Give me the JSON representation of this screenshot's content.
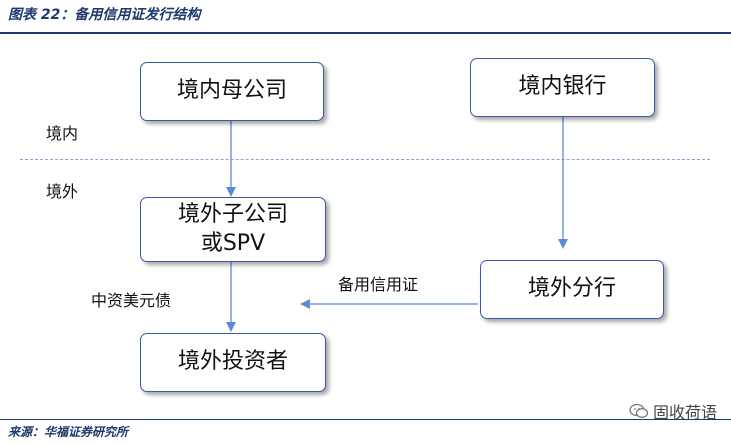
{
  "figure": {
    "title": "图表 22：备用信用证发行结构",
    "source": "来源：华福证券研究所"
  },
  "zones": {
    "onshore": "境内",
    "offshore": "境外"
  },
  "nodes": {
    "parent": "境内母公司",
    "domestic_bank": "境内银行",
    "subsidiary_line1": "境外子公司",
    "subsidiary_line2": "或SPV",
    "overseas_branch": "境外分行",
    "investor": "境外投资者"
  },
  "edges": {
    "sblc_label": "备用信用证",
    "bond_label": "中资美元债"
  },
  "watermark": {
    "text": "固收荷语",
    "icon": "wechat-icon"
  }
}
